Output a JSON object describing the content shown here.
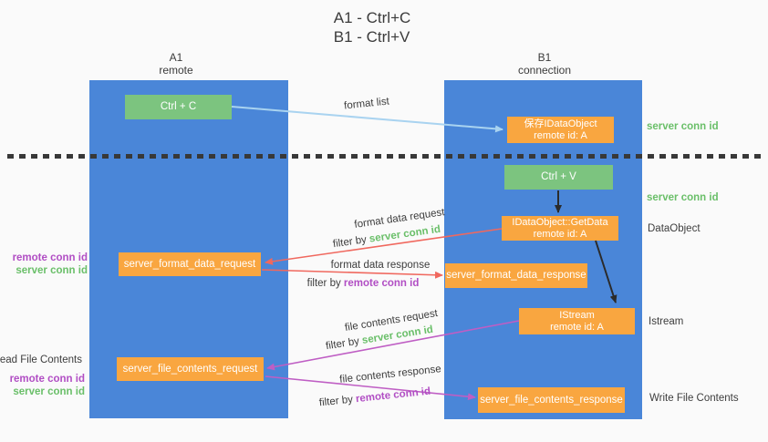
{
  "title": {
    "line1": "A1 - Ctrl+C",
    "line2": "B1 - Ctrl+V"
  },
  "lanes": {
    "a1": {
      "name": "A1",
      "role": "remote"
    },
    "b1": {
      "name": "B1",
      "role": "connection"
    }
  },
  "nodes": {
    "ctrl_c": {
      "label": "Ctrl + C"
    },
    "save_dataobject": {
      "line1": "保存IDataObject",
      "line2": "remote id: A"
    },
    "ctrl_v": {
      "label": "Ctrl + V"
    },
    "getdata": {
      "line1": "IDataObject::GetData",
      "line2": "remote id: A"
    },
    "format_request": {
      "label": "server_format_data_request"
    },
    "format_response": {
      "label": "server_format_data_response"
    },
    "istream": {
      "line1": "IStream",
      "line2": "remote id: A"
    },
    "file_request": {
      "label": "server_file_contents_request"
    },
    "file_response": {
      "label": "server_file_contents_response"
    }
  },
  "arrow_labels": {
    "format_list": "format list",
    "format_data_request": "format data request",
    "format_data_request_filter_prefix": "filter by ",
    "format_data_request_filter_key": "server conn id",
    "format_data_response": "format data response",
    "format_data_response_filter_prefix": "filter by ",
    "format_data_response_filter_key": "remote conn id",
    "file_contents_request": "file contents request",
    "file_contents_request_filter_prefix": "filter by ",
    "file_contents_request_filter_key": "server conn id",
    "file_contents_response": "file contents response",
    "file_contents_response_filter_prefix": "filter by ",
    "file_contents_response_filter_key": "remote conn id"
  },
  "side_labels": {
    "left_format_remote": "remote conn id",
    "left_format_server": "server conn id",
    "read_file_contents": "Read File Contents",
    "left_file_remote": "remote conn id",
    "left_file_server": "server conn id",
    "right_server_conn_top": "server conn id",
    "right_server_conn_mid": "server conn id",
    "dataobject": "DataObject",
    "istream": "Istream",
    "write_file_contents": "Write File Contents"
  },
  "colors": {
    "lane_blue": "#4a86d8",
    "node_green": "#7cc47f",
    "node_orange": "#f9a640",
    "arrow_blue": "#a9d3f0",
    "arrow_red": "#f0685e",
    "arrow_magenta": "#bf5ec4",
    "arrow_black": "#2b2b2b",
    "text_green": "#6abf69",
    "text_purple": "#b14ec4",
    "text_dark": "#3d3d3d"
  }
}
